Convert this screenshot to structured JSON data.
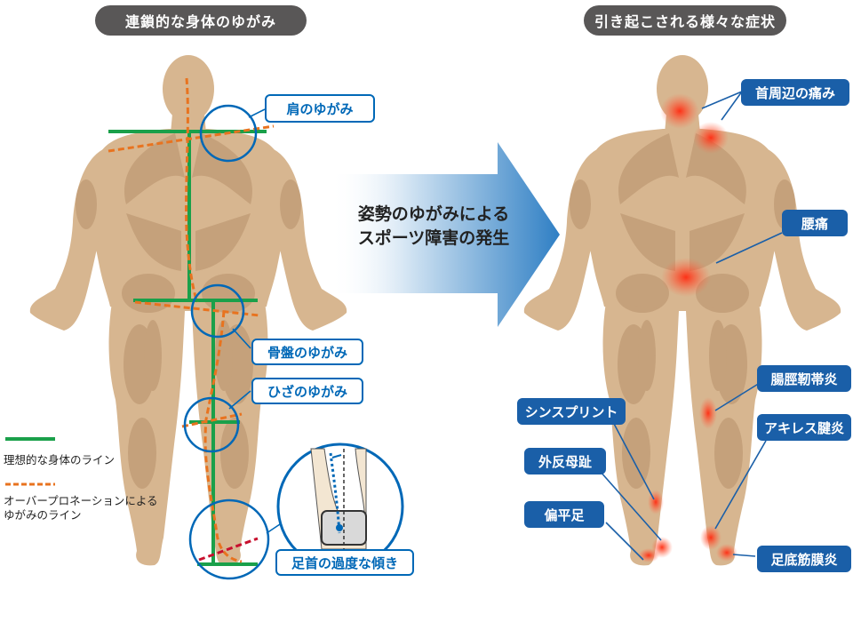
{
  "left_title": "連鎖的な身体のゆがみ",
  "right_title": "引き起こされる様々な症状",
  "arrow_text": [
    "姿勢のゆがみによる",
    "スポーツ障害の発生"
  ],
  "left_labels": {
    "shoulder": "肩のゆがみ",
    "pelvis": "骨盤のゆがみ",
    "knee": "ひざのゆがみ",
    "ankle": "足首の過度な傾き"
  },
  "legend": {
    "ideal": "理想的な身体のライン",
    "overpronation_1": "オーバープロネーションによる",
    "overpronation_2": "ゆがみのライン"
  },
  "right_labels": {
    "neck": "首周辺の痛み",
    "back": "腰痛",
    "itb": "腸脛靭帯炎",
    "shin": "シンスプリント",
    "achilles": "アキレス腱炎",
    "hallux": "外反母趾",
    "flat": "偏平足",
    "plantar": "足底筋膜炎"
  },
  "colors": {
    "ideal_line": "#1aa04a",
    "distortion_line": "#e8731f",
    "label_blue": "#0068b7",
    "pain": "#e8321e",
    "skin": "#d7b690",
    "muscle_shade": "#b7906a"
  }
}
